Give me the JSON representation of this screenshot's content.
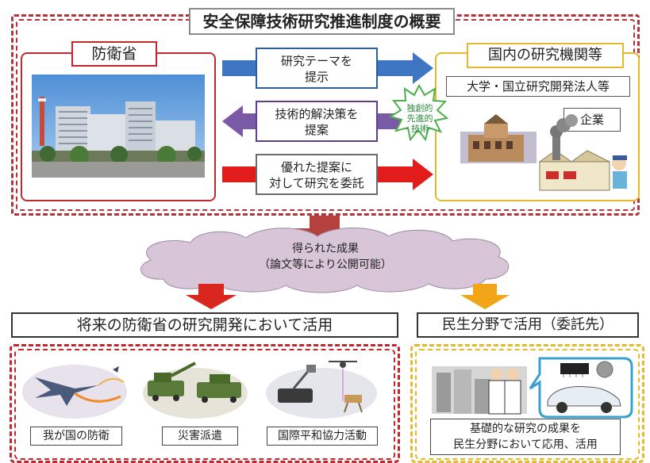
{
  "title": "安全保障技術研究推進制度の概要",
  "mod": {
    "label": "防衛省"
  },
  "institutions": {
    "label": "国内の研究機関等",
    "university": "大学・国立研究開発法人等",
    "company": "企業"
  },
  "arrows": [
    {
      "line1": "研究テーマを",
      "line2": "提示",
      "color": "#3f76c4"
    },
    {
      "line1": "技術的解決策を",
      "line2": "提案",
      "color": "#7a5aa6"
    },
    {
      "line1": "優れた提案に",
      "line2": "対して研究を委託",
      "color": "#e21b1b"
    }
  ],
  "burst": {
    "line1": "独創的",
    "line2": "先進的",
    "line3": "技術"
  },
  "cloud": {
    "line1": "得られた成果",
    "line2": "（論文等により公開可能）"
  },
  "future": {
    "label": "将来の防衛省の研究開発において活用",
    "items": [
      "我が国の防衛",
      "災害派遣",
      "国際平和協力活動"
    ]
  },
  "civil": {
    "label": "民生分野で活用（委託先）",
    "note_line1": "基礎的な研究の成果を",
    "note_line2": "民生分野において応用、活用"
  },
  "colors": {
    "red": "#c0282e",
    "gold": "#e5b92c",
    "blue": "#3f76c4",
    "purple": "#7a5aa6",
    "brown": "#b5413e",
    "orange": "#f2a516"
  }
}
